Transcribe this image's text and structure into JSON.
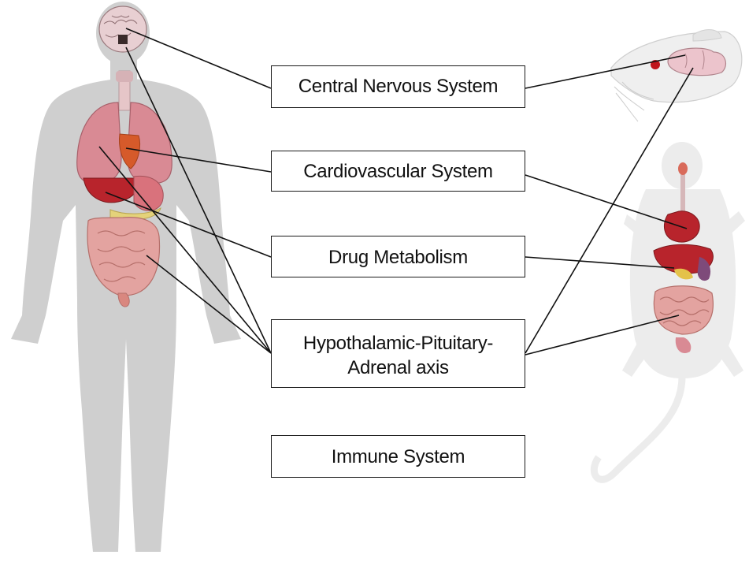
{
  "labels": {
    "cns": "Central Nervous System",
    "cardiovascular": "Cardiovascular System",
    "drug_metabolism": "Drug Metabolism",
    "hpa_axis": "Hypothalamic-Pituitary-Adrenal axis",
    "immune": "Immune System"
  },
  "colors": {
    "silhouette": "#cfcfcf",
    "organ_lung": "#d98a94",
    "organ_liver": "#b8242c",
    "organ_intestine": "#e3a3a0",
    "brain": "#e8cfd2",
    "rat_body": "#eeeeee",
    "connector": "#111111",
    "box_border": "#1a1a1a"
  },
  "icons": [
    "human-silhouette",
    "human-brain",
    "human-lungs",
    "human-heart",
    "human-liver",
    "human-stomach",
    "human-intestines",
    "rat-head",
    "rat-brain",
    "rat-body",
    "rat-organs"
  ]
}
